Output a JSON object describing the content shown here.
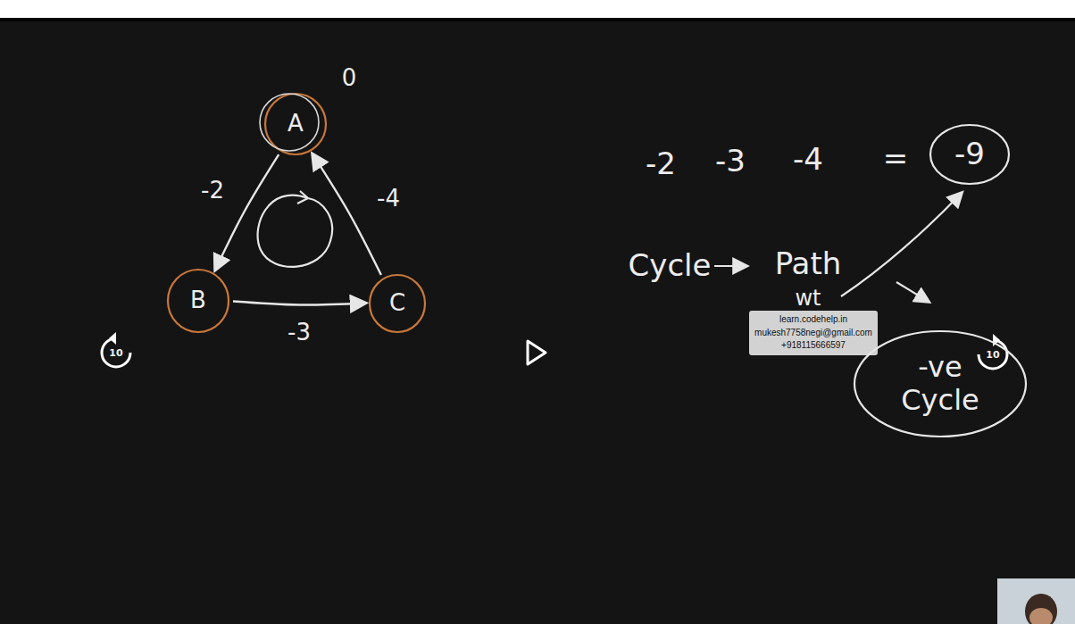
{
  "diagram": {
    "nodes": [
      {
        "text": [
          "A"
        ]
      },
      {
        "text": [
          "B"
        ]
      },
      {
        "text": [
          "C"
        ]
      },
      {
        "text": [
          "-9"
        ]
      },
      {
        "text": [
          "learn.codehelp.in",
          "mukesh7758negi@gmail.com",
          "+918115666597"
        ]
      },
      {
        "text": [
          "-ve Cycle"
        ]
      }
    ],
    "edges": [
      {
        "from": 0,
        "to": 1,
        "arrow": "to",
        "label": "-2"
      },
      {
        "from": 1,
        "to": 2,
        "arrow": "to",
        "label": "-3"
      },
      {
        "from": 2,
        "to": 0,
        "arrow": "to",
        "label": "-4"
      }
    ],
    "labels": [
      "0",
      "-2",
      "-3",
      "-4",
      "=",
      "Cycle",
      "Path",
      "wt",
      "10",
      "10"
    ]
  }
}
